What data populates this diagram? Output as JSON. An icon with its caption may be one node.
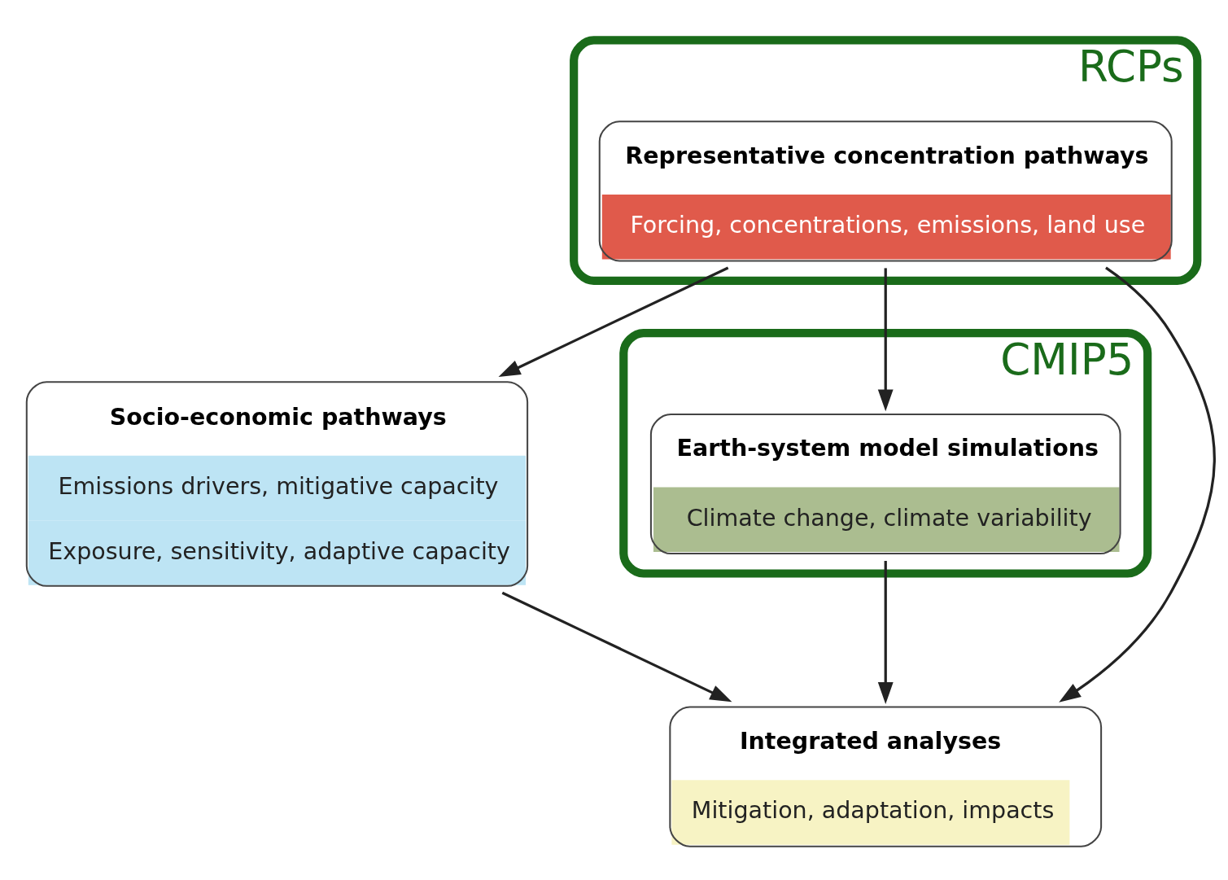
{
  "diagram": {
    "nodes": [
      {
        "text": [
          "RCPs"
        ]
      },
      {
        "text": [
          "Representative concentration pathways",
          "Forcing, concentrations, emissions, land use"
        ],
        "in": 0
      },
      {
        "text": [
          "Socio-economic pathways",
          "Emissions drivers, mitigative capacity",
          "Exposure, sensitivity, adaptive capacity"
        ]
      },
      {
        "text": [
          "CMIP5"
        ]
      },
      {
        "text": [
          "Earth-system model simulations",
          "Climate change, climate variability"
        ],
        "in": 3
      },
      {
        "text": [
          "Integrated analyses",
          "Mitigation, adaptation, impacts"
        ]
      }
    ],
    "edges": [
      {
        "from": 1,
        "to": 2,
        "arrow": "to"
      },
      {
        "from": 1,
        "to": 4,
        "arrow": "to"
      },
      {
        "from": 1,
        "to": 5,
        "arrow": "to"
      },
      {
        "from": 2,
        "to": 5,
        "arrow": "to"
      },
      {
        "from": 4,
        "to": 5,
        "arrow": "to"
      }
    ]
  }
}
